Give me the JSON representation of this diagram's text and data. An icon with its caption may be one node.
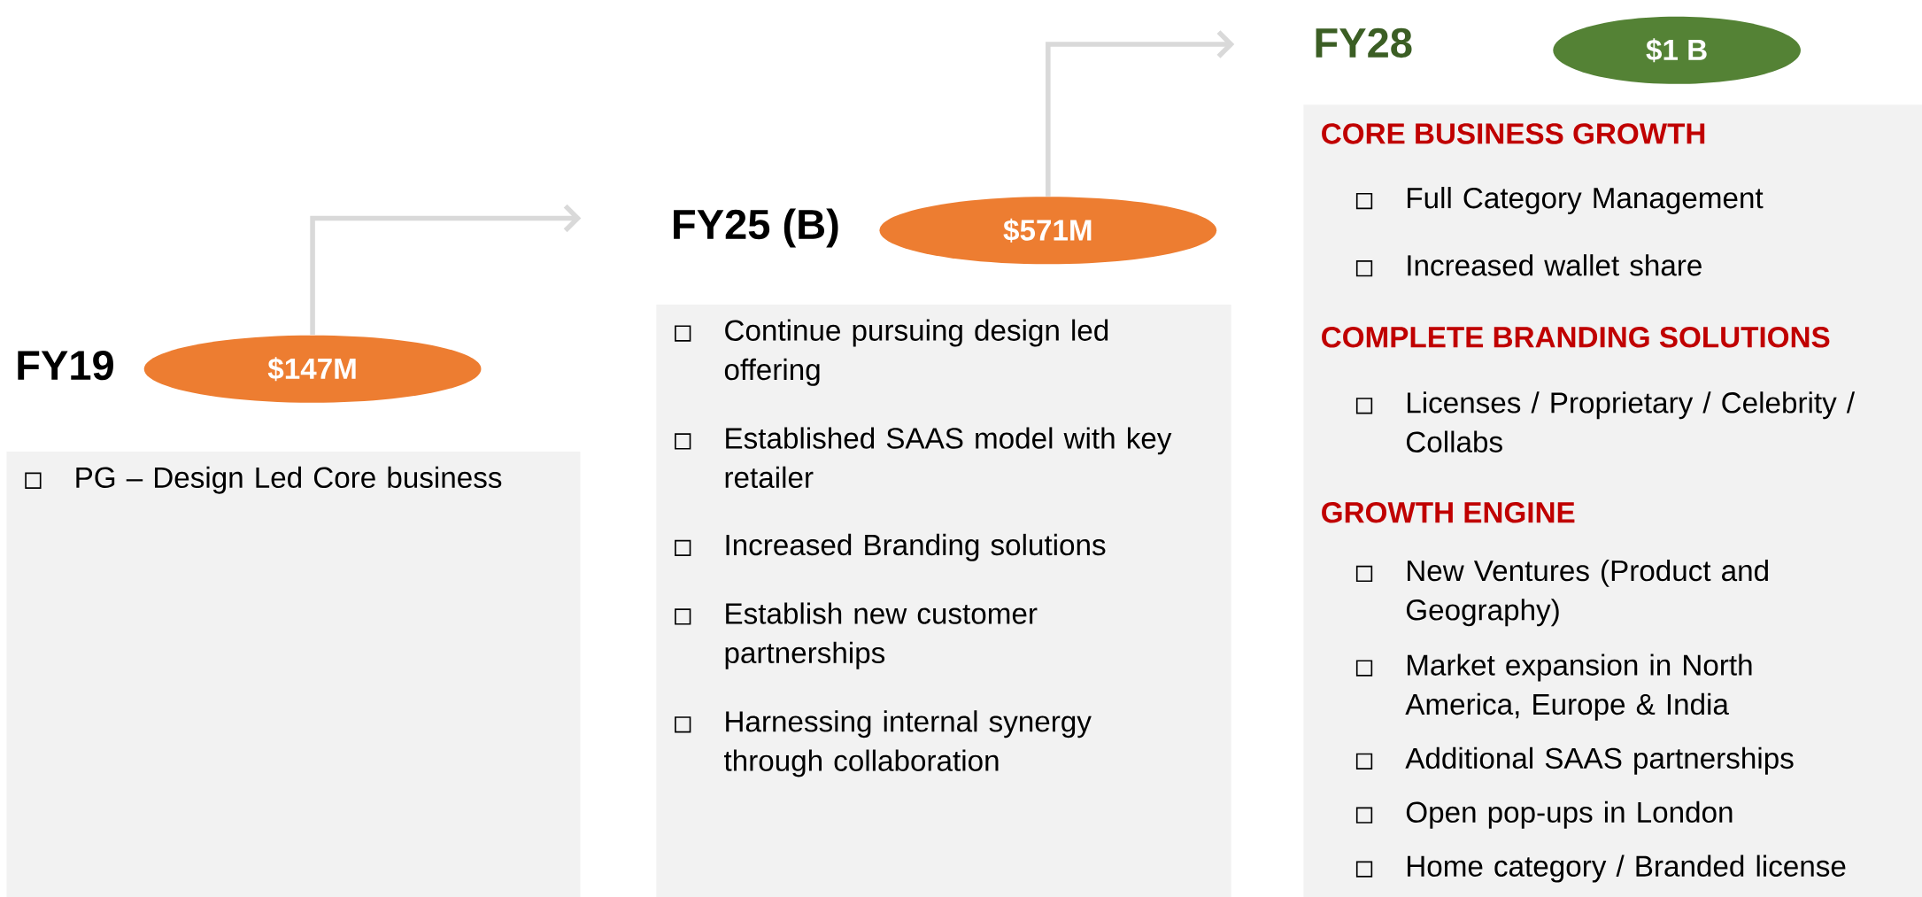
{
  "diagram": {
    "nodes": [
      {
        "text": [
          "$147M"
        ],
        "beside": [
          "FY19"
        ]
      },
      {
        "text": [
          "PG – Design Led Core business"
        ]
      },
      {
        "text": [
          "$571M"
        ],
        "beside": [
          "FY25 (B)"
        ]
      },
      {
        "text": [
          "Continue pursuing design led offering",
          "Established SAAS model with key retailer",
          "Increased Branding solutions",
          "Establish new customer partnerships",
          "Harnessing internal synergy through collaboration"
        ]
      },
      {
        "text": [
          "$1 B"
        ]
      },
      {
        "text": [
          "CORE BUSINESS GROWTH",
          "Full Category Management",
          "Increased wallet share",
          "COMPLETE BRANDING SOLUTIONS",
          "Licenses / Proprietary / Celebrity / Collabs",
          "GROWTH ENGINE",
          "New Ventures (Product and Geography)",
          "Market expansion in North America, Europe & India",
          "Additional SAAS partnerships",
          "Open pop-ups in London",
          "Home category / Branded license"
        ]
      }
    ],
    "edges": [
      {
        "from": 0,
        "to": 2,
        "arrow": "to"
      },
      {
        "from": 2,
        "to": null,
        "arrow": "to"
      }
    ],
    "labels": [
      "FY28"
    ]
  }
}
